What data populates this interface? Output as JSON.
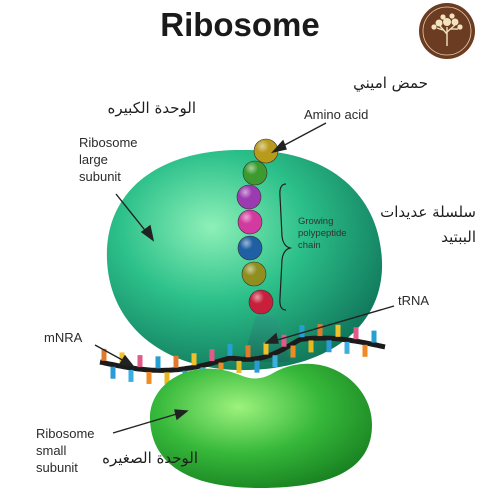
{
  "title": "Ribosome",
  "labels": {
    "amino_acid": "Amino acid",
    "large_subunit": [
      "Ribosome",
      "large",
      "subunit"
    ],
    "growing_chain": [
      "Growing",
      "polypeptide",
      "chain"
    ],
    "trna": "tRNA",
    "mrna": "mNRA",
    "small_subunit": [
      "Ribosome",
      "small",
      "subunit"
    ]
  },
  "arabic_labels": {
    "amino_acid": "حمض اميني",
    "large_subunit": "الوحدة الكبيره",
    "polypeptide_chain": [
      "سلسلة عديدات",
      "الببتيد"
    ],
    "small_subunit": "الوحدة الصغيره"
  },
  "colors": {
    "large_subunit": "#1fa67a",
    "small_subunit": "#2cb03a",
    "trna": "#1e8b6d",
    "logo_bg": "#6b3b22"
  },
  "chain_colors": [
    "#b89a1c",
    "#3c9a2e",
    "#9b3bb0",
    "#d23aa0",
    "#1f5fa3",
    "#8f8e1f",
    "#c8203c"
  ]
}
